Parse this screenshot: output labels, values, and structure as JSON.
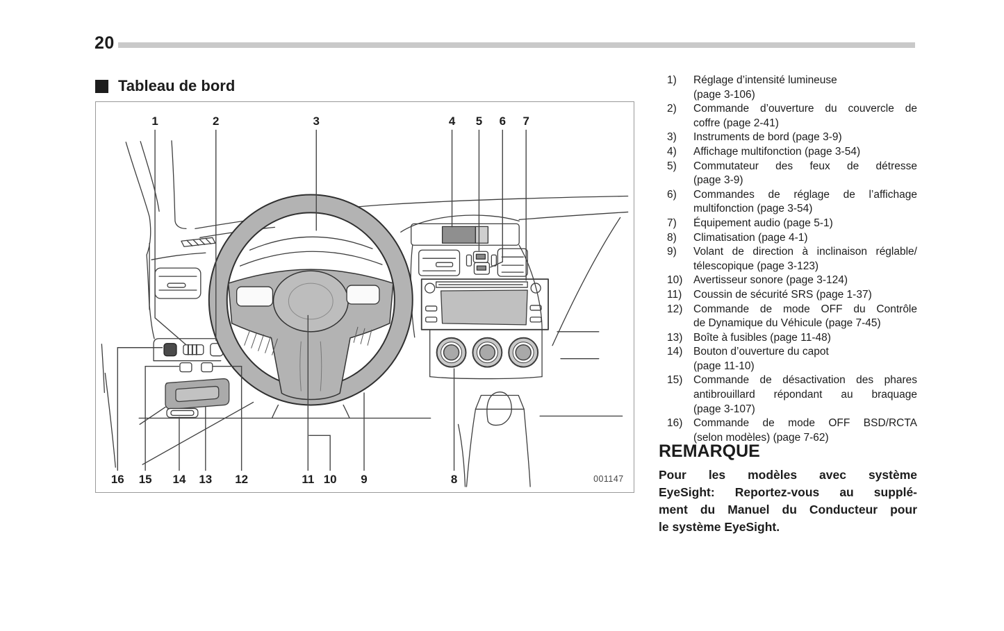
{
  "page": {
    "number": "20"
  },
  "section": {
    "title": "Tableau de bord"
  },
  "diagram": {
    "figure_code": "001147",
    "callouts": {
      "c1": {
        "n": "1"
      },
      "c2": {
        "n": "2"
      },
      "c3": {
        "n": "3"
      },
      "c4": {
        "n": "4"
      },
      "c5": {
        "n": "5"
      },
      "c6": {
        "n": "6"
      },
      "c7": {
        "n": "7"
      },
      "c8": {
        "n": "8"
      },
      "c9": {
        "n": "9"
      },
      "c10": {
        "n": "10"
      },
      "c11": {
        "n": "11"
      },
      "c12": {
        "n": "12"
      },
      "c13": {
        "n": "13"
      },
      "c14": {
        "n": "14"
      },
      "c15": {
        "n": "15"
      },
      "c16": {
        "n": "16"
      }
    }
  },
  "legend": {
    "items": [
      {
        "num": "1)",
        "lines": [
          "Réglage d’intensité lumineuse",
          "(page 3-106)"
        ]
      },
      {
        "num": "2)",
        "lines": [
          "Commande d’ouverture du couvercle de",
          "coffre (page 2-41)"
        ]
      },
      {
        "num": "3)",
        "lines": [
          "Instruments de bord (page 3-9)"
        ]
      },
      {
        "num": "4)",
        "lines": [
          "Affichage multifonction (page 3-54)"
        ]
      },
      {
        "num": "5)",
        "lines": [
          "Commutateur des feux de détresse",
          "(page 3-9)"
        ]
      },
      {
        "num": "6)",
        "lines": [
          "Commandes de réglage de l’affichage",
          "multifonction (page 3-54)"
        ]
      },
      {
        "num": "7)",
        "lines": [
          "Équipement audio (page 5-1)"
        ]
      },
      {
        "num": "8)",
        "lines": [
          "Climatisation (page 4-1)"
        ]
      },
      {
        "num": "9)",
        "lines": [
          "Volant de direction à inclinaison réglable/",
          "télescopique (page 3-123)"
        ]
      },
      {
        "num": "10)",
        "lines": [
          "Avertisseur sonore (page 3-124)"
        ]
      },
      {
        "num": "11)",
        "lines": [
          "Coussin de sécurité SRS (page 1-37)"
        ]
      },
      {
        "num": "12)",
        "lines": [
          "Commande de mode OFF du Contrôle",
          "de Dynamique du Véhicule (page 7-45)"
        ]
      },
      {
        "num": "13)",
        "lines": [
          "Boîte à fusibles (page 11-48)"
        ]
      },
      {
        "num": "14)",
        "lines": [
          "Bouton d’ouverture du capot",
          "(page 11-10)"
        ]
      },
      {
        "num": "15)",
        "lines": [
          "Commande de désactivation des phares",
          "antibrouillard répondant au braquage",
          "(page 3-107)"
        ]
      },
      {
        "num": "16)",
        "lines": [
          "Commande de mode OFF BSD/RCTA",
          "(selon modèles) (page 7-62)"
        ]
      }
    ]
  },
  "note": {
    "title": "REMARQUE",
    "lines": [
      "Pour les modèles avec système",
      "EyeSight: Reportez-vous au supplé-",
      "ment du Manuel du Conducteur pour",
      "le système EyeSight."
    ]
  },
  "colors": {
    "rule_gray": "#c9c9c9",
    "wheel_gray": "#b3b3b3",
    "screen_gray": "#c0c0c0",
    "ink": "#1c1c1c"
  }
}
